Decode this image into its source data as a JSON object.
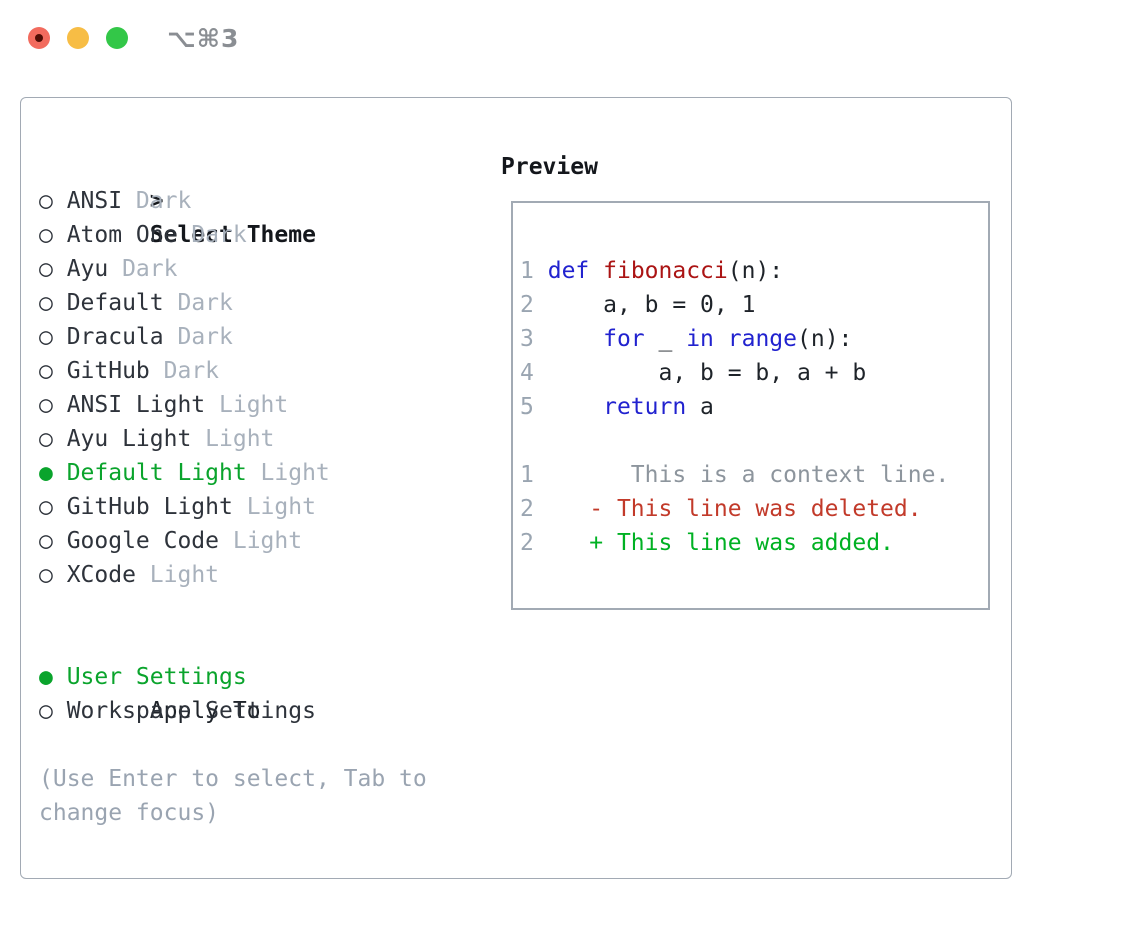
{
  "colors": {
    "border": "#a2aab4",
    "ink": "#1e2329",
    "item": "#2e333b",
    "muted": "#a8b1bc",
    "hint": "#9aa4b1",
    "linenum": "#9aa5b1",
    "ctx": "#8d959d",
    "kw": "#2122cf",
    "fn": "#ab1414",
    "del": "#c23a2a",
    "add": "#00b123",
    "sel": "#0aa42c",
    "titlegray": "#8a8e93",
    "light_red": "#f26b5e",
    "light_yellow": "#f7bd45",
    "light_green": "#33c748",
    "light_red_dot": "#4f0d05"
  },
  "window": {
    "title": "⌥⌘3"
  },
  "theme_picker": {
    "prompt": ">",
    "title": "Select Theme",
    "markers": {
      "selected": "●",
      "unselected": "○"
    },
    "items": [
      {
        "name": "ANSI",
        "variant": "Dark",
        "selected": false
      },
      {
        "name": "Atom One",
        "variant": "Dark",
        "selected": false
      },
      {
        "name": "Ayu",
        "variant": "Dark",
        "selected": false
      },
      {
        "name": "Default",
        "variant": "Dark",
        "selected": false
      },
      {
        "name": "Dracula",
        "variant": "Dark",
        "selected": false
      },
      {
        "name": "GitHub",
        "variant": "Dark",
        "selected": false
      },
      {
        "name": "ANSI Light",
        "variant": "Light",
        "selected": false
      },
      {
        "name": "Ayu Light",
        "variant": "Light",
        "selected": false
      },
      {
        "name": "Default Light",
        "variant": "Light",
        "selected": true
      },
      {
        "name": "GitHub Light",
        "variant": "Light",
        "selected": false
      },
      {
        "name": "Google Code",
        "variant": "Light",
        "selected": false
      },
      {
        "name": "XCode",
        "variant": "Light",
        "selected": false
      }
    ],
    "apply_to": {
      "title": "Apply To",
      "options": [
        {
          "label": "User Settings",
          "selected": true
        },
        {
          "label": "Workspace Settings",
          "selected": false
        }
      ]
    },
    "hint_lines": [
      "(Use Enter to select, Tab to",
      "change focus)"
    ]
  },
  "preview": {
    "title": "Preview",
    "lines": [
      {
        "num": "1",
        "segments": [
          {
            "text": " ",
            "style": "plain"
          },
          {
            "text": "def",
            "style": "kw"
          },
          {
            "text": " ",
            "style": "plain"
          },
          {
            "text": "fibonacci",
            "style": "fn"
          },
          {
            "text": "(n):",
            "style": "plain"
          }
        ]
      },
      {
        "num": "2",
        "segments": [
          {
            "text": "     a, b = 0, 1",
            "style": "plain"
          }
        ]
      },
      {
        "num": "3",
        "segments": [
          {
            "text": "     ",
            "style": "plain"
          },
          {
            "text": "for",
            "style": "kw"
          },
          {
            "text": " _ ",
            "style": "plain"
          },
          {
            "text": "in",
            "style": "kw"
          },
          {
            "text": " ",
            "style": "plain"
          },
          {
            "text": "range",
            "style": "kw"
          },
          {
            "text": "(n):",
            "style": "plain"
          }
        ]
      },
      {
        "num": "4",
        "segments": [
          {
            "text": "         a, b = b, a + b",
            "style": "plain"
          }
        ]
      },
      {
        "num": "5",
        "segments": [
          {
            "text": "     ",
            "style": "plain"
          },
          {
            "text": "return",
            "style": "kw"
          },
          {
            "text": " a",
            "style": "plain"
          }
        ]
      },
      {
        "num": "",
        "segments": []
      },
      {
        "num": "1",
        "segments": [
          {
            "text": "       This is a context line.",
            "style": "ctx"
          }
        ]
      },
      {
        "num": "2",
        "segments": [
          {
            "text": "    - This line was deleted.",
            "style": "del"
          }
        ]
      },
      {
        "num": "2",
        "segments": [
          {
            "text": "    + This line was added.",
            "style": "add"
          }
        ]
      }
    ]
  }
}
